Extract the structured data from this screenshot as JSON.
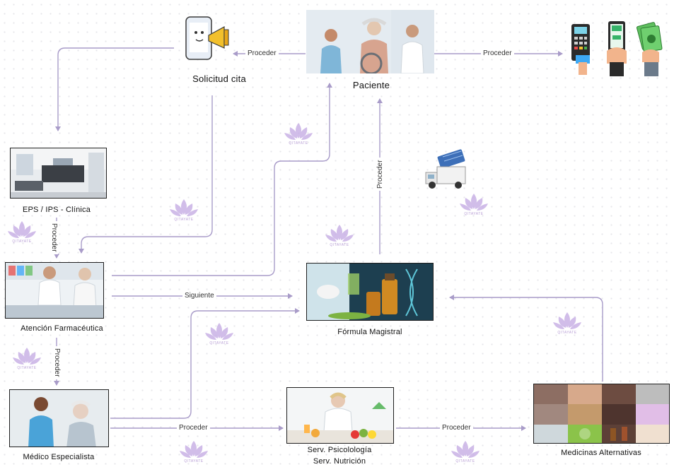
{
  "diagram": {
    "nodes": {
      "solicitud": {
        "label": "Solicitud cita",
        "icon": "smartphone-megaphone-icon"
      },
      "paciente": {
        "label": "Paciente"
      },
      "eps": {
        "label": "EPS / IPS - Clínica"
      },
      "atencion": {
        "label": "Atención Farmacéutica"
      },
      "formula": {
        "label": "Fórmula Magistral"
      },
      "medico": {
        "label": "Médico Especialista"
      },
      "psico": {
        "label_line1": "Serv. Psicolología",
        "label_line2": "Serv. Nutrición"
      },
      "alternativas": {
        "label": "Medicinas Alternativas"
      },
      "payment": {
        "icons": [
          "card-terminal-icon",
          "mobile-payment-icon",
          "cash-payment-icon"
        ]
      },
      "delivery": {
        "icon": "delivery-truck-icon"
      }
    },
    "edges": [
      {
        "from": "paciente",
        "to": "solicitud",
        "label": "Proceder"
      },
      {
        "from": "paciente",
        "to": "payment",
        "label": "Proceder"
      },
      {
        "from": "solicitud",
        "to": "eps",
        "label": ""
      },
      {
        "from": "solicitud",
        "to": "atencion",
        "label": ""
      },
      {
        "from": "eps",
        "to": "atencion",
        "label": "Proceder"
      },
      {
        "from": "atencion",
        "to": "paciente",
        "label": ""
      },
      {
        "from": "atencion",
        "to": "formula",
        "label": "Siguiente"
      },
      {
        "from": "atencion",
        "to": "medico",
        "label": "Proceder"
      },
      {
        "from": "formula",
        "to": "paciente",
        "label": "Proceder"
      },
      {
        "from": "medico",
        "to": "formula",
        "label": ""
      },
      {
        "from": "medico",
        "to": "psico",
        "label": "Proceder"
      },
      {
        "from": "psico",
        "to": "alternativas",
        "label": "Proceder"
      },
      {
        "from": "alternativas",
        "to": "formula",
        "label": ""
      }
    ],
    "watermark": {
      "caption": "QITAYATE",
      "icon": "lotus-icon"
    },
    "colors": {
      "connector": "#a99cc9",
      "lotus": "#c9b2e6",
      "frame": "#1f1f1f"
    }
  }
}
